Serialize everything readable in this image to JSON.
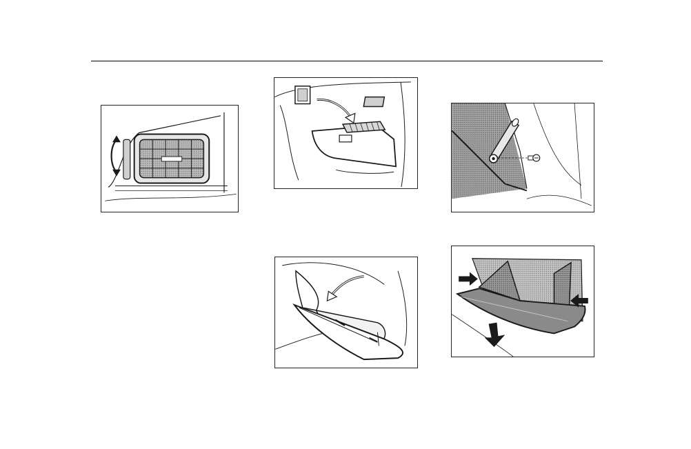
{
  "page": {
    "background": "#ffffff",
    "ink": "#1a1a1a",
    "shade": "#8c8c8c"
  },
  "figures": [
    {
      "id": "vent",
      "icons": [
        "air-vent-icon",
        "up-down-arrow-icon"
      ]
    },
    {
      "id": "filter",
      "icons": [
        "cabin-filter-icon",
        "curved-arrow-icon"
      ]
    },
    {
      "id": "hinge",
      "icons": [
        "hinge-pin-icon",
        "screw-icon"
      ]
    },
    {
      "id": "glovebox-open",
      "icons": [
        "glovebox-icon",
        "curved-arrow-icon"
      ]
    },
    {
      "id": "glovebox-release",
      "icons": [
        "glovebox-icon",
        "push-arrow-icon",
        "down-arrow-icon"
      ]
    }
  ]
}
